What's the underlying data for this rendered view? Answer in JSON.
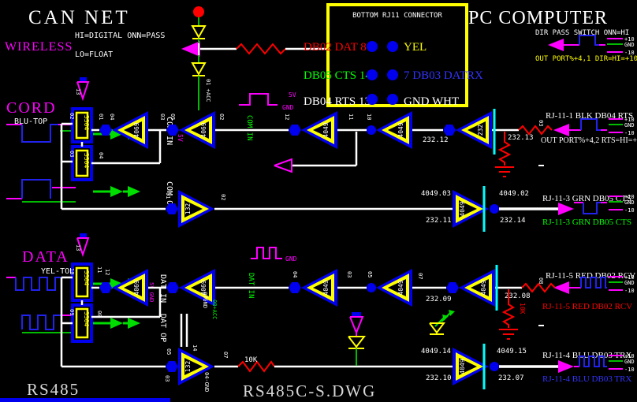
{
  "palette": {
    "background": "#000000",
    "wire_white": "#ffffff",
    "component_blue": "#0000ee",
    "component_yellow": "#ffff00",
    "accent_magenta": "#ff00ff",
    "net_green": "#00ff00",
    "alert_red": "#ff0000",
    "bus_cyan": "#00ffff",
    "text_blue": "#3333ff"
  },
  "header": {
    "left_title": "CAN NET",
    "right_title": "PC COMPUTER"
  },
  "wireless": {
    "label": "WIRELESS",
    "hi_note": "HI=DIGITAL ONN=PASS",
    "lo_note": "LO=FLOAT"
  },
  "connector": {
    "title": "BOTTOM RJ11 CONNECTOR",
    "rows": [
      {
        "left": "DB02 DAT 8",
        "right": "YEL"
      },
      {
        "left": "DB05 CTS 14",
        "right": "7  DB03 DATRX"
      },
      {
        "left": "DB04 RTS 13",
        "right": "GND WHT"
      }
    ]
  },
  "dir_switch": {
    "caption": "DIR PASS SWITCH ONN=HI",
    "note": "OUT PORT%+4,1  DIR=HI=+10V",
    "levels": [
      "+10",
      "GND",
      "-10"
    ]
  },
  "io_rows": [
    {
      "pin": "03",
      "top": "RJ-11-1 BLK DB04 RTS",
      "bottom": "OUT PORT%+4,2  RTS=HI=+10V",
      "levels": [
        "+10",
        "GND",
        "-10"
      ]
    },
    {
      "top": "RJ-11-3 GRN DB05 CTS",
      "bottom": "RJ-11-3 GRN DB05 CTS",
      "levels": [
        "+10",
        "GND",
        "-10"
      ]
    },
    {
      "pin": "08",
      "top": "RJ-11-5 RED DB02 RCV",
      "bottom": "RJ-11-5 RED DB02 RCV",
      "levels": [
        "+10",
        "GND",
        "-10"
      ]
    },
    {
      "top": "RJ-11-4 BLU DB03 TRX",
      "bottom": "RJ-11-4 BLU DB03 TRX",
      "levels": [
        "+10",
        "GND",
        "-10"
      ]
    }
  ],
  "cord": {
    "title": "CORD",
    "subtitle": "BLU-TOP",
    "net_in": "COM IN",
    "net_out": "COM OP",
    "v5": "5V",
    "pin13": "13"
  },
  "data_sec": {
    "title": "DATA",
    "subtitle": "YEL-TOP",
    "net_in": "DAT IN",
    "net_out": "DAT OP",
    "v5gnd": "5V GND",
    "pin13": "13"
  },
  "nets": {
    "com_in": "COM IN",
    "dat_in": "DAT IN",
    "v5": "5V",
    "gnd": "GND"
  },
  "power": {
    "acc01": "01 +ACC",
    "gnd07": "07GND",
    "acc08": "08+ACC",
    "gnd04": "04-GND"
  },
  "components": {
    "r330": "3304",
    "r10k": "10K",
    "gates": {
      "a1": "4069",
      "a2": "4069",
      "a3": "4049",
      "a4": "4049",
      "a5": "232",
      "b1": "132",
      "b2": "4049",
      "c1": "4069",
      "c2": "4069",
      "c3": "4049",
      "c4": "4049",
      "c5": "4049",
      "d1": "132",
      "d2": "4049"
    }
  },
  "wire_labels": {
    "l232_12": "232.12",
    "l232_13": "232.13",
    "l4049_03": "4049.03",
    "l4049_02": "4049.02",
    "l232_11": "232.11",
    "l232_14": "232.14",
    "l232_09": "232.09",
    "l232_08": "232.08",
    "l4049_14": "4049.14",
    "l4049_15": "4049.15",
    "l232_10": "232.10",
    "l232_07": "232.07"
  },
  "pins": {
    "box1_l": "02",
    "box1_r": "01",
    "box2_l": "03",
    "box2_r": "04",
    "a1_in": "04",
    "a1_out": "03",
    "a2_in": "05",
    "a2_out": "02",
    "a3_in": "12",
    "a3_out": "11",
    "a4_in": "10",
    "b1_l": "01",
    "b1_r": "02",
    "box3_l": "10",
    "box3_r": "11",
    "box3_r2": "12",
    "box4_l": "09",
    "box4_r": "08",
    "c3_in": "04",
    "c3_out": "03",
    "c4_in": "05",
    "c4_out": "07",
    "d1_t": "05",
    "d1_b": "03",
    "d1_r": "07",
    "d1_v": "14"
  },
  "footer": {
    "left": "RS485",
    "center": "RS485C-S.DWG"
  },
  "misc": {
    "dash": "-"
  }
}
